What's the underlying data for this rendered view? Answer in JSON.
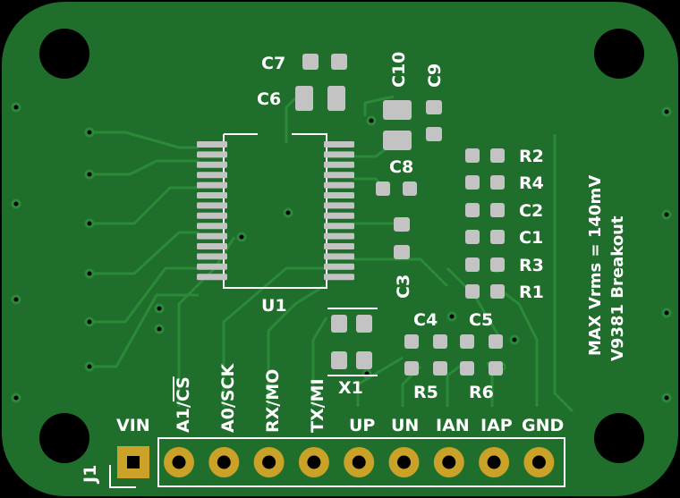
{
  "board": {
    "colors": {
      "background": "#000000",
      "board": "#1f6e2c",
      "track": "#2a8a38",
      "pad": "#c3c3c3",
      "gold": "#c9a227",
      "hole": "#000000",
      "silk": "#ffffff"
    },
    "capacitors": {
      "c7": "C7",
      "c6": "C6",
      "c10": "C10",
      "c9": "C9",
      "c8": "C8",
      "c3": "C3",
      "c4": "C4",
      "c5": "C5"
    },
    "resistors": {
      "r5": "R5",
      "r6": "R6"
    },
    "right_column": [
      "R2",
      "R4",
      "C2",
      "C1",
      "R3",
      "R1"
    ],
    "ic": {
      "u1": "U1",
      "x1": "X1"
    },
    "connector": {
      "ref": "J1",
      "pins": [
        "VIN",
        "A1/CS",
        "A0/SCK",
        "RX/MO",
        "TX/MI",
        "UP",
        "UN",
        "IAN",
        "IAP",
        "GND"
      ]
    },
    "title": {
      "line1": "MAX Vrms = 140mV",
      "line2": "V9381 Breakout"
    }
  }
}
